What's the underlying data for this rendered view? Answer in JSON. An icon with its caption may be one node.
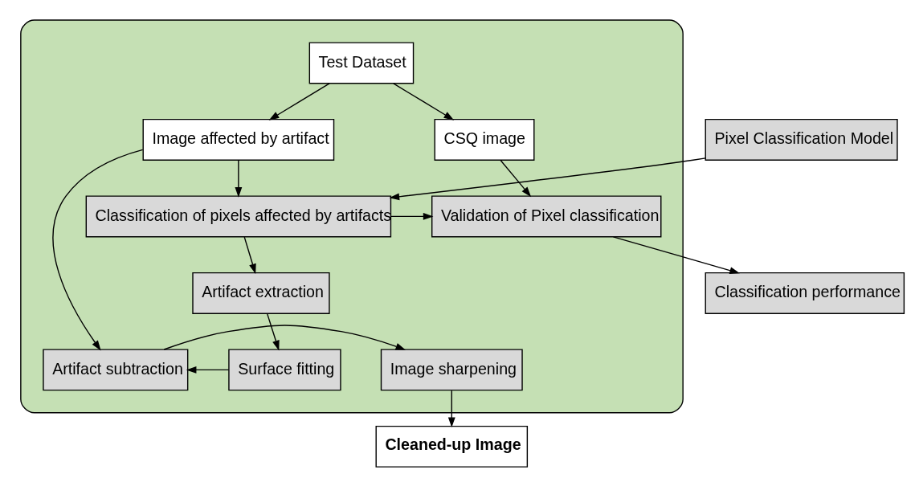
{
  "diagram": {
    "nodes": [
      {
        "text": [],
        "shape": "box"
      },
      {
        "text": [
          "Pixel Classification Model"
        ]
      },
      {
        "text": [
          "Test Dataset"
        ],
        "in": 0
      },
      {
        "text": [
          "Image affected by artifact"
        ],
        "in": 0
      },
      {
        "text": [
          "CSQ image"
        ],
        "in": 0
      },
      {
        "text": [
          "Classification of pixels affected by artifacts"
        ],
        "in": 0
      },
      {
        "text": [
          "Validation of Pixel classification"
        ],
        "in": 0
      },
      {
        "text": [
          "Classification performance"
        ]
      },
      {
        "text": [
          "Artifact extraction"
        ],
        "in": 0
      },
      {
        "text": [
          "Surface fitting"
        ],
        "in": 0
      },
      {
        "text": [
          "Artifact subtraction"
        ],
        "in": 0
      },
      {
        "text": [
          "Image sharpening"
        ],
        "in": 0
      },
      {
        "text": [
          "Cleaned-up Image"
        ]
      }
    ],
    "edges": [
      {
        "from": 2,
        "to": 3,
        "arrow": "to"
      },
      {
        "from": 2,
        "to": 4,
        "arrow": "to"
      },
      {
        "from": 3,
        "to": 5,
        "arrow": "to"
      },
      {
        "from": 3,
        "to": 10,
        "arrow": "to"
      },
      {
        "from": 4,
        "to": 6,
        "arrow": "to"
      },
      {
        "from": 1,
        "to": 5,
        "arrow": "to"
      },
      {
        "from": 5,
        "to": 6,
        "arrow": "to"
      },
      {
        "from": 6,
        "to": 7,
        "arrow": "to"
      },
      {
        "from": 5,
        "to": 8,
        "arrow": "to"
      },
      {
        "from": 8,
        "to": 9,
        "arrow": "to"
      },
      {
        "from": 9,
        "to": 10,
        "arrow": "to"
      },
      {
        "from": 10,
        "to": 11,
        "arrow": "to"
      },
      {
        "from": 11,
        "to": 12,
        "arrow": "to"
      }
    ]
  }
}
